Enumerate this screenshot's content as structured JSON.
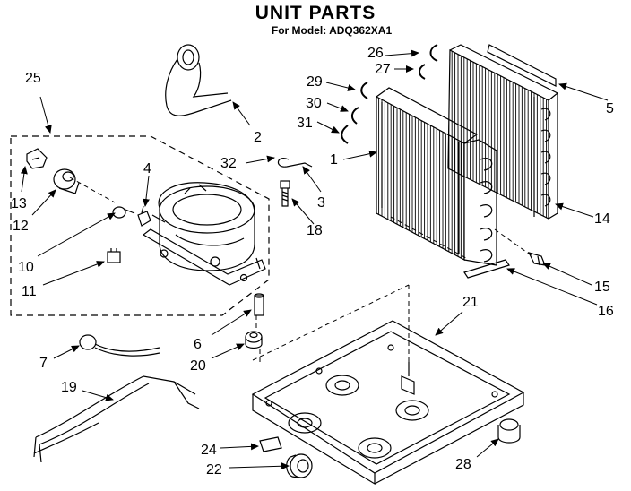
{
  "title": "UNIT PARTS",
  "subtitle": "For Model: ADQ362XA1",
  "callouts": [
    {
      "id": "1",
      "label": "1"
    },
    {
      "id": "2",
      "label": "2"
    },
    {
      "id": "3",
      "label": "3"
    },
    {
      "id": "4",
      "label": "4"
    },
    {
      "id": "5",
      "label": "5"
    },
    {
      "id": "6",
      "label": "6"
    },
    {
      "id": "7",
      "label": "7"
    },
    {
      "id": "10",
      "label": "10"
    },
    {
      "id": "11",
      "label": "11"
    },
    {
      "id": "12",
      "label": "12"
    },
    {
      "id": "13",
      "label": "13"
    },
    {
      "id": "14",
      "label": "14"
    },
    {
      "id": "15",
      "label": "15"
    },
    {
      "id": "16",
      "label": "16"
    },
    {
      "id": "18",
      "label": "18"
    },
    {
      "id": "19",
      "label": "19"
    },
    {
      "id": "20",
      "label": "20"
    },
    {
      "id": "21",
      "label": "21"
    },
    {
      "id": "22",
      "label": "22"
    },
    {
      "id": "24",
      "label": "24"
    },
    {
      "id": "25",
      "label": "25"
    },
    {
      "id": "26",
      "label": "26"
    },
    {
      "id": "27",
      "label": "27"
    },
    {
      "id": "28",
      "label": "28"
    },
    {
      "id": "29",
      "label": "29"
    },
    {
      "id": "30",
      "label": "30"
    },
    {
      "id": "31",
      "label": "31"
    },
    {
      "id": "32",
      "label": "32"
    }
  ]
}
